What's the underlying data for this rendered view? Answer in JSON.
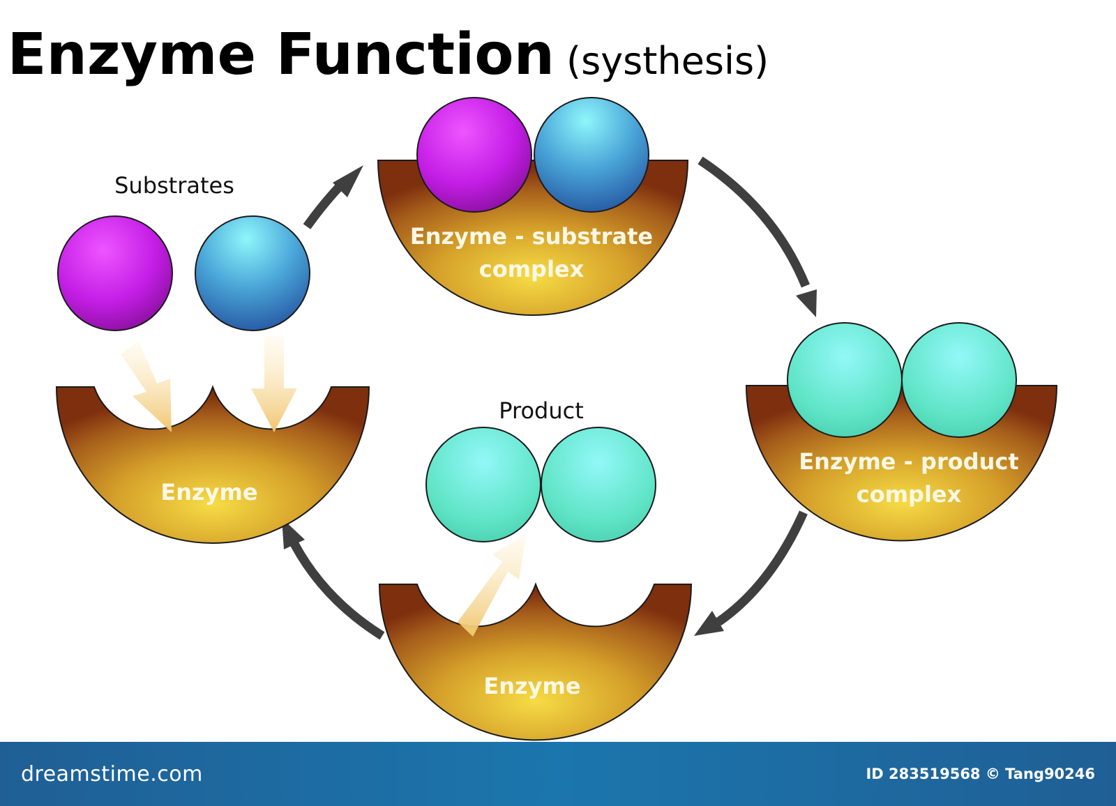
{
  "diagram": {
    "title": "Enzyme Function",
    "subtitle": "(systhesis)",
    "labels": {
      "substrates": "Substrates",
      "product": "Product",
      "enzyme_left": "Enzyme",
      "enzyme_bottom": "Enzyme",
      "es_complex_line1": "Enzyme - substrate",
      "es_complex_line2": "complex",
      "ep_complex_line1": "Enzyme - product",
      "ep_complex_line2": "complex"
    },
    "colors": {
      "substrate_a": "#cc22ee",
      "substrate_b": "#3a90cc",
      "product": "#5fe0c8",
      "enzyme_edge": "#8b3a10",
      "enzyme_center": "#f3d23c",
      "cycle_arrow": "#3f3f3f",
      "motion_arrow": "#f2cd7a"
    }
  },
  "footer": {
    "brand": "dreamstime.com",
    "stock_id": "ID 283519568 © Tang90246"
  }
}
